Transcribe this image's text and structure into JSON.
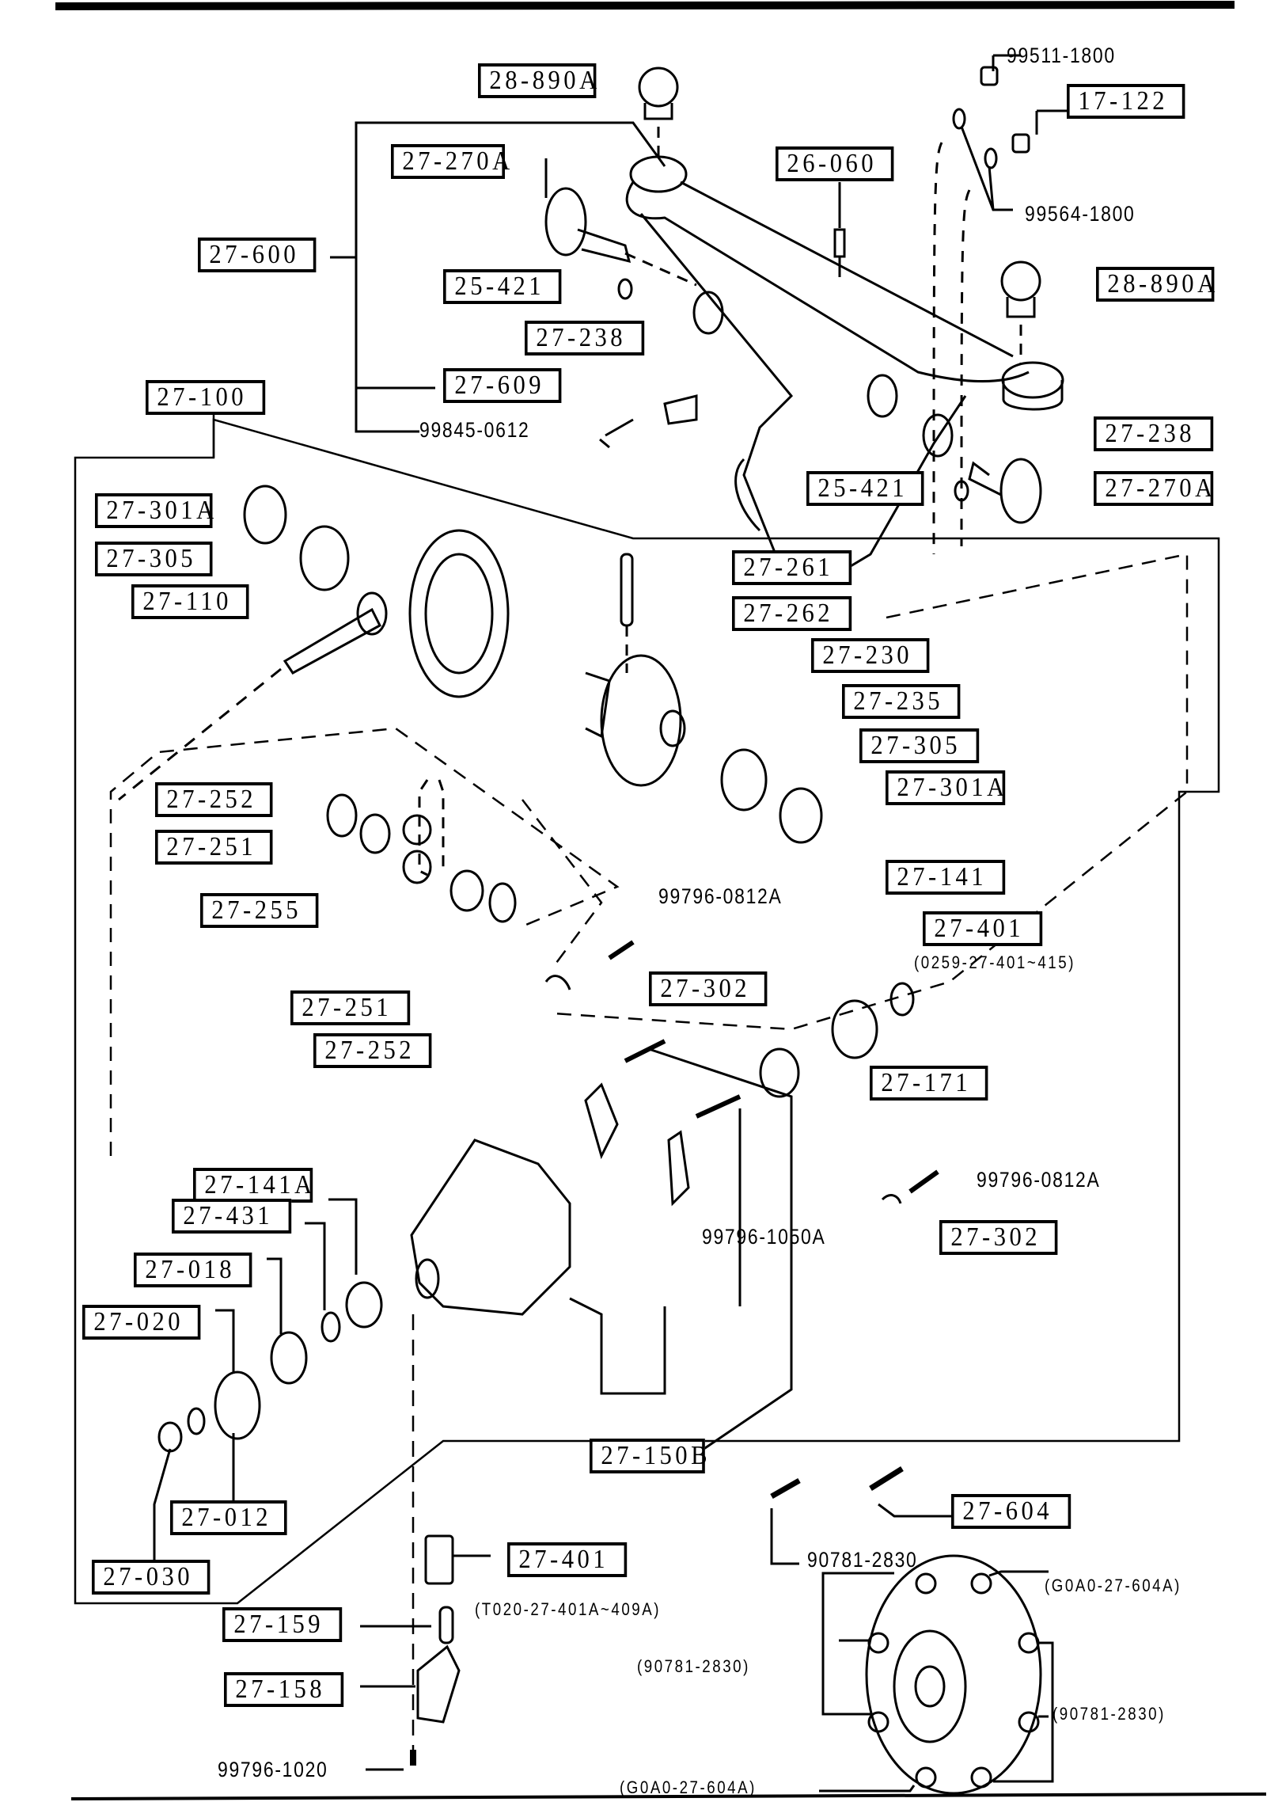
{
  "diagram": {
    "title": "Rear differential exploded parts diagram",
    "callouts": [
      {
        "id": "c1",
        "label": "28-890A",
        "boxed": true
      },
      {
        "id": "c2",
        "label": "99511-1800",
        "boxed": false
      },
      {
        "id": "c3",
        "label": "17-122",
        "boxed": true
      },
      {
        "id": "c4",
        "label": "27-270A",
        "boxed": true
      },
      {
        "id": "c5",
        "label": "26-060",
        "boxed": true
      },
      {
        "id": "c6",
        "label": "27-600",
        "boxed": true
      },
      {
        "id": "c7",
        "label": "99564-1800",
        "boxed": false
      },
      {
        "id": "c8",
        "label": "25-421",
        "boxed": true
      },
      {
        "id": "c9",
        "label": "28-890A",
        "boxed": true
      },
      {
        "id": "c10",
        "label": "27-238",
        "boxed": true
      },
      {
        "id": "c11",
        "label": "27-609",
        "boxed": true
      },
      {
        "id": "c12",
        "label": "27-100",
        "boxed": true
      },
      {
        "id": "c13",
        "label": "99845-0612",
        "boxed": false
      },
      {
        "id": "c14",
        "label": "27-238",
        "boxed": true
      },
      {
        "id": "c15",
        "label": "27-301A",
        "boxed": true
      },
      {
        "id": "c16",
        "label": "25-421",
        "boxed": true
      },
      {
        "id": "c17",
        "label": "27-270A",
        "boxed": true
      },
      {
        "id": "c18",
        "label": "27-305",
        "boxed": true
      },
      {
        "id": "c19",
        "label": "27-261",
        "boxed": true
      },
      {
        "id": "c20",
        "label": "27-110",
        "boxed": true
      },
      {
        "id": "c21",
        "label": "27-262",
        "boxed": true
      },
      {
        "id": "c22",
        "label": "27-230",
        "boxed": true
      },
      {
        "id": "c23",
        "label": "27-235",
        "boxed": true
      },
      {
        "id": "c24",
        "label": "27-305",
        "boxed": true
      },
      {
        "id": "c25",
        "label": "27-252",
        "boxed": true
      },
      {
        "id": "c26",
        "label": "27-301A",
        "boxed": true
      },
      {
        "id": "c27",
        "label": "27-251",
        "boxed": true
      },
      {
        "id": "c28",
        "label": "27-141",
        "boxed": true
      },
      {
        "id": "c29",
        "label": "99796-0812A",
        "boxed": false
      },
      {
        "id": "c30",
        "label": "27-255",
        "boxed": true
      },
      {
        "id": "c31",
        "label": "27-401",
        "boxed": true
      },
      {
        "id": "c32",
        "label": "(0259-27-401~415)",
        "boxed": false
      },
      {
        "id": "c33",
        "label": "27-302",
        "boxed": true
      },
      {
        "id": "c34",
        "label": "27-251",
        "boxed": true
      },
      {
        "id": "c35",
        "label": "27-252",
        "boxed": true
      },
      {
        "id": "c36",
        "label": "27-171",
        "boxed": true
      },
      {
        "id": "c37",
        "label": "27-141A",
        "boxed": true
      },
      {
        "id": "c38",
        "label": "99796-0812A",
        "boxed": false
      },
      {
        "id": "c39",
        "label": "27-431",
        "boxed": true
      },
      {
        "id": "c40",
        "label": "99796-1050A",
        "boxed": false
      },
      {
        "id": "c41",
        "label": "27-302",
        "boxed": true
      },
      {
        "id": "c42",
        "label": "27-018",
        "boxed": true
      },
      {
        "id": "c43",
        "label": "27-020",
        "boxed": true
      },
      {
        "id": "c44",
        "label": "27-150B",
        "boxed": true
      },
      {
        "id": "c45",
        "label": "27-604",
        "boxed": true
      },
      {
        "id": "c46",
        "label": "27-012",
        "boxed": true
      },
      {
        "id": "c47",
        "label": "90781-2830",
        "boxed": false
      },
      {
        "id": "c48",
        "label": "27-030",
        "boxed": true
      },
      {
        "id": "c49",
        "label": "27-401",
        "boxed": true
      },
      {
        "id": "c50",
        "label": "(G0A0-27-604A)",
        "boxed": false
      },
      {
        "id": "c51",
        "label": "(T020-27-401A~409A)",
        "boxed": false
      },
      {
        "id": "c52",
        "label": "27-159",
        "boxed": true
      },
      {
        "id": "c53",
        "label": "(90781-2830)",
        "boxed": false
      },
      {
        "id": "c54",
        "label": "27-158",
        "boxed": true
      },
      {
        "id": "c55",
        "label": "(90781-2830)",
        "boxed": false
      },
      {
        "id": "c56",
        "label": "99796-1020",
        "boxed": false
      },
      {
        "id": "c57",
        "label": "(G0A0-27-604A)",
        "boxed": false
      }
    ]
  }
}
